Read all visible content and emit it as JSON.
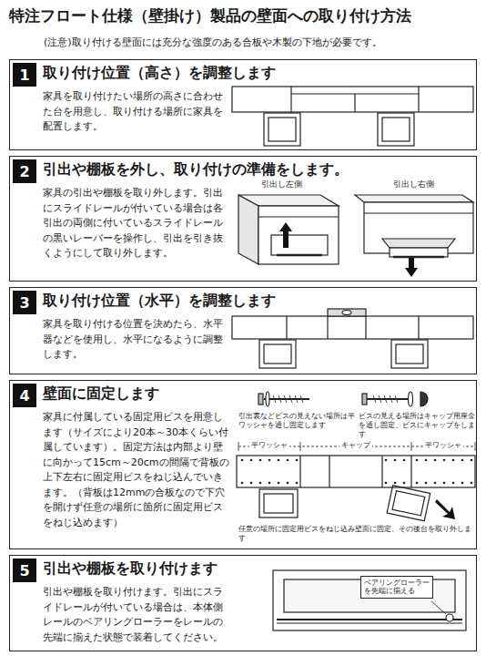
{
  "diagram": {
    "title": "特注フロート仕様（壁掛け）製品の壁面への取り付け方法",
    "nodes": [
      {
        "text": [
          "取り付け位置（高さ）を調整します",
          "家具を取り付けたい場所の高さに合わせた台を用意し、取り付ける場所に家具を配置します。"
        ]
      },
      {
        "text": [
          "1"
        ],
        "in": 0
      },
      {
        "text": [
          "引出や棚板を外し、取り付けの準備をします。",
          "家具の引出や棚板を取り外します。引出にスライドレールが付いている場合は各引出の両側に付いているスライドレールの黒いレーバーを操作し、引出を引き抜くようにして取り外します。"
        ]
      },
      {
        "text": [
          "2"
        ],
        "in": 2
      },
      {
        "text": [
          "取り付け位置（水平）を調整します",
          "家具を取り付ける位置を決めたら、水平器などを使用し、水平になるように調整します。"
        ]
      },
      {
        "text": [
          "3"
        ],
        "in": 4
      },
      {
        "text": [
          "壁面に固定します",
          "家具に付属している固定用ビスを用意します（サイズにより20本～30本くらい付属しています）。固定方法は内部より壁に向かって15cm～20cmの間隔で背板の上下左右に固定用ビスをねじ込んでいきます。（背板は12mmの合板なので下穴を開けず任意の場所に箇所に固定用ビスをねじ込めます）"
        ]
      },
      {
        "text": [
          "4"
        ],
        "in": 6
      },
      {
        "text": [
          "引出や棚板を取り付けます",
          "引出や棚板を取り付けます。引出にスライドレールが付いている場合は、本体側レールのベアリングローラーをレールの先端に揃えた状態で装着してください。"
        ]
      },
      {
        "text": [
          "5"
        ],
        "in": 8
      },
      {
        "text": [
          "ベアリングローラー を先端に揃える"
        ],
        "in": 8
      }
    ],
    "labels": [
      "(注意)取り付ける壁面には充分な強度のある合板や木製の下地が必要です。",
      "引出し左側",
      "引出し右側",
      "引出裏などビスの見えない場所は平ワッシャを通し固定します",
      "ビスの見える場所はキャップ用座金を通し固定、ビスにキャップをします",
      "平ワッシャ",
      "キャップ",
      "平ワッシャ",
      "任意の場所に固定用ビスをねじ込み壁面に固定、その後台を取り外します"
    ]
  }
}
